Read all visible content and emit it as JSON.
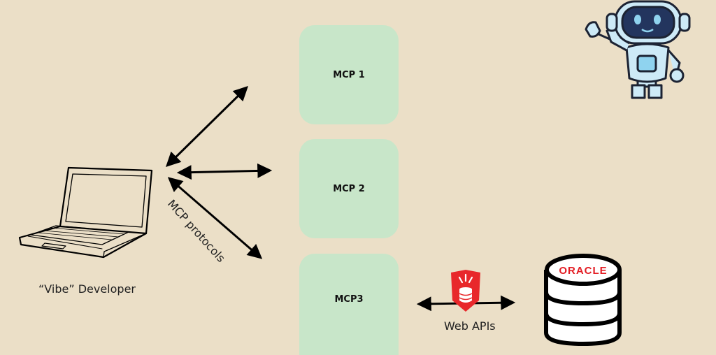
{
  "servers": [
    {
      "label": "MCP 1"
    },
    {
      "label": "MCP 2"
    },
    {
      "label": "MCP3"
    }
  ],
  "developer": {
    "caption": "“Vibe” Developer",
    "icon": "laptop-icon"
  },
  "protocol_label": "MCP protocols",
  "api": {
    "label": "Web APIs",
    "icon": "api-shield-icon"
  },
  "database": {
    "logo_text": "ORACLE",
    "icon": "database-icon"
  },
  "mascot": {
    "icon": "robot-astronaut-icon"
  },
  "colors": {
    "background": "#ebdfc7",
    "server_box": "#c8e6c9",
    "oracle_red": "#e31c23",
    "api_red": "#e8282b",
    "mascot_blue": "#cdeaf7"
  }
}
